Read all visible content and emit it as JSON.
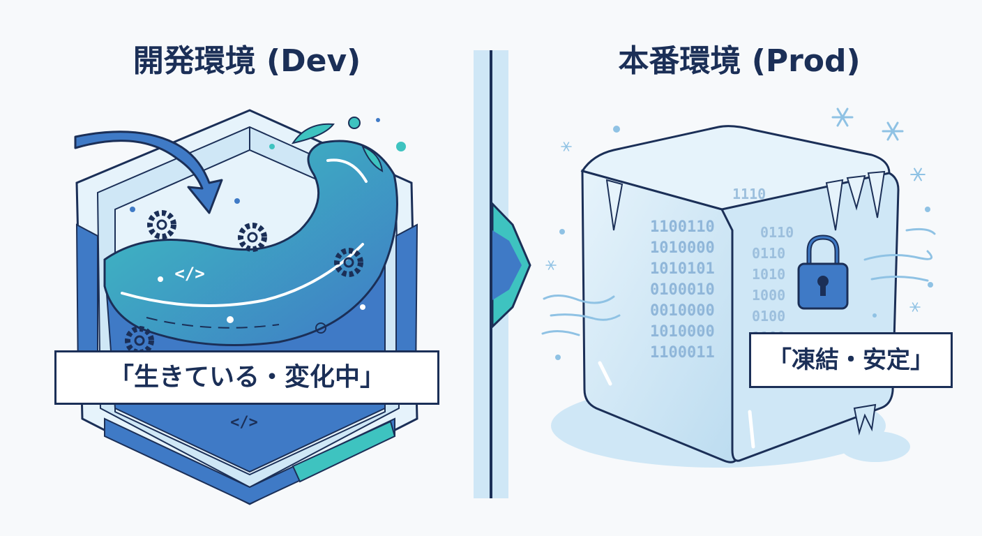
{
  "dev": {
    "title": "開発環境 (Dev)",
    "label": "「生きている・変化中」",
    "code_tags": [
      "</>",
      "</>"
    ]
  },
  "prod": {
    "title": "本番環境 (Prod)",
    "label": "「凍結・安定」",
    "binary_lines": [
      "1100110",
      "1010000",
      "1010101",
      "0100010",
      "0010000",
      "1010000",
      "1100011"
    ],
    "binary_side_lines": [
      "0110",
      "0110",
      "1010",
      "1000",
      "0100",
      "1100",
      "1110"
    ]
  },
  "colors": {
    "outline": "#1b2f57",
    "teal": "#3ec3c0",
    "blue": "#3f7ac6",
    "ice": "#cfe7f6",
    "ice_light": "#e6f3fb"
  },
  "icons": [
    "gear-icon",
    "code-tag-icon",
    "arrow-icon",
    "lock-icon",
    "snowflake-icon",
    "wind-icon"
  ]
}
